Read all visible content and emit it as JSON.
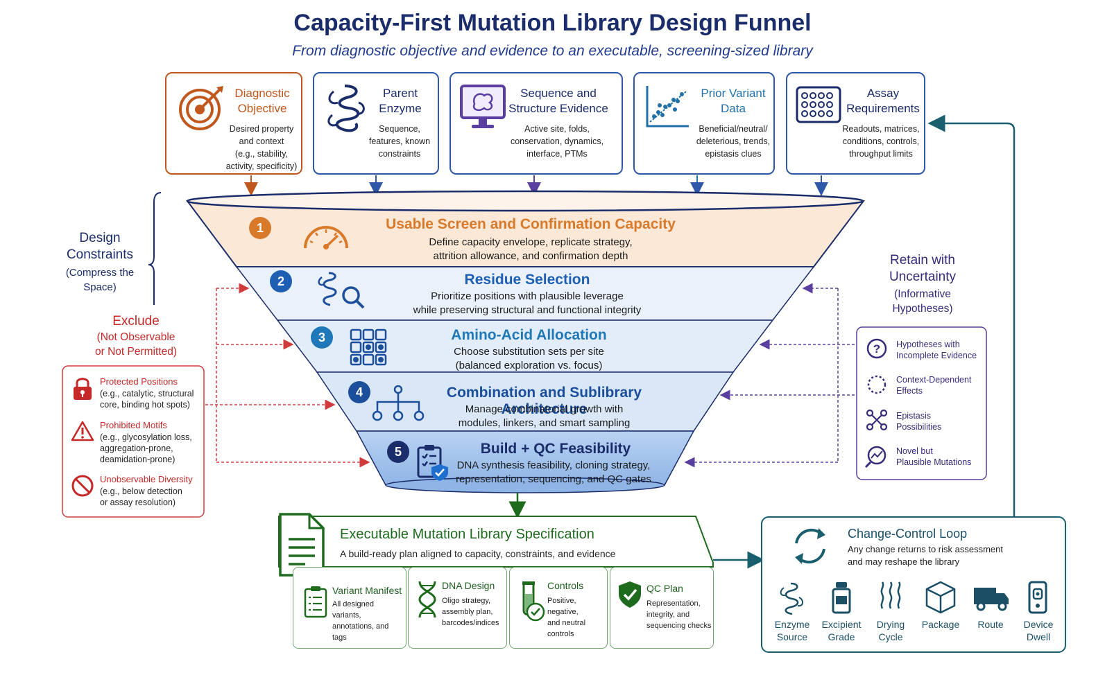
{
  "title": "Capacity-First Mutation Library Design Funnel",
  "subtitle": "From diagnostic objective and evidence to an executable, screening-sized library",
  "inputs": [
    {
      "title_l1": "Diagnostic",
      "title_l2": "Objective",
      "desc": [
        "Desired property",
        "and context",
        "(e.g., stability,",
        "activity, specificity)"
      ],
      "icon": "target-icon",
      "color": "#c0571d"
    },
    {
      "title_l1": "Parent",
      "title_l2": "Enzyme",
      "desc": [
        "Sequence,",
        "features, known",
        "constraints"
      ],
      "icon": "protein-icon",
      "color": "#1b2c6b"
    },
    {
      "title_l1": "Sequence and",
      "title_l2": "Structure Evidence",
      "desc": [
        "Active site, folds,",
        "conservation, dynamics,",
        "interface, PTMs"
      ],
      "icon": "monitor-structure-icon",
      "color": "#1b2c6b"
    },
    {
      "title_l1": "Prior Variant",
      "title_l2": "Data",
      "desc": [
        "Beneficial/neutral/",
        "deleterious, trends,",
        "epistasis clues"
      ],
      "icon": "scatter-plot-icon",
      "color": "#1f6fa8"
    },
    {
      "title_l1": "Assay",
      "title_l2": "Requirements",
      "desc": [
        "Readouts, matrices,",
        "conditions, controls,",
        "throughput limits"
      ],
      "icon": "well-plate-icon",
      "color": "#1b2c6b"
    }
  ],
  "left": {
    "design_constraints": {
      "l1": "Design",
      "l2": "Constraints",
      "l3": "(Compress the",
      "l4": "Space)"
    },
    "exclude": {
      "l1": "Exclude",
      "l2": "(Not Observable",
      "l3": "or Not Permitted)"
    },
    "items": [
      {
        "title": "Protected Positions",
        "desc": [
          "(e.g., catalytic, structural",
          "core, binding hot spots)"
        ],
        "icon": "lock-icon"
      },
      {
        "title": "Prohibited Motifs",
        "desc": [
          "(e.g., glycosylation loss,",
          "aggregation-prone,",
          "deamidation-prone)"
        ],
        "icon": "warning-icon"
      },
      {
        "title": "Unobservable Diversity",
        "desc": [
          "(e.g., below detection",
          "or assay resolution)"
        ],
        "icon": "prohibited-icon"
      }
    ]
  },
  "stages": [
    {
      "num": "1",
      "title": "Usable Screen and Confirmation Capacity",
      "desc": [
        "Define capacity envelope, replicate strategy,",
        "attrition allowance, and confirmation depth"
      ],
      "color": "#d9792a",
      "icon": "gauge-icon"
    },
    {
      "num": "2",
      "title": "Residue Selection",
      "desc": [
        "Prioritize positions with plausible leverage",
        "while preserving structural and functional integrity"
      ],
      "color": "#1e5fb4",
      "icon": "protein-search-icon"
    },
    {
      "num": "3",
      "title": "Amino-Acid Allocation",
      "desc": [
        "Choose substitution sets per site",
        "(balanced exploration vs. focus)"
      ],
      "color": "#1f78b8",
      "icon": "grid-icon"
    },
    {
      "num": "4",
      "title": "Combination and Sublibrary Architecture",
      "desc": [
        "Manage combinatorial growth with",
        "modules, linkers, and smart sampling"
      ],
      "color": "#1b4f9c",
      "icon": "tree-icon"
    },
    {
      "num": "5",
      "title": "Build + QC Feasibility",
      "desc": [
        "DNA synthesis feasibility, cloning strategy,",
        "representation, sequencing, and QC gates"
      ],
      "color": "#1b2c6b",
      "icon": "clipboard-shield-icon"
    }
  ],
  "right": {
    "heading": {
      "l1": "Retain with",
      "l2": "Uncertainty",
      "l3": "(Informative",
      "l4": "Hypotheses)"
    },
    "items": [
      {
        "l1": "Hypotheses with",
        "l2": "Incomplete Evidence",
        "icon": "question-icon"
      },
      {
        "l1": "Context-Dependent",
        "l2": "Effects",
        "icon": "dashed-circle-icon"
      },
      {
        "l1": "Epistasis",
        "l2": "Possibilities",
        "icon": "network-icon"
      },
      {
        "l1": "Novel but",
        "l2": "Plausible Mutations",
        "icon": "trend-search-icon"
      }
    ]
  },
  "output": {
    "title": "Executable Mutation Library Specification",
    "desc": "A build-ready plan aligned to capacity, constraints, and evidence",
    "parts": [
      {
        "title": "Variant Manifest",
        "desc": [
          "All designed variants,",
          "annotations, and tags"
        ],
        "icon": "checklist-icon"
      },
      {
        "title": "DNA Design",
        "desc": [
          "Oligo strategy,",
          "assembly plan,",
          "barcodes/indices"
        ],
        "icon": "dna-icon"
      },
      {
        "title": "Controls",
        "desc": [
          "Positive, negative,",
          "and neutral",
          "controls"
        ],
        "icon": "test-tube-icon"
      },
      {
        "title": "QC Plan",
        "desc": [
          "Representation,",
          "integrity, and",
          "sequencing checks"
        ],
        "icon": "shield-check-icon"
      }
    ]
  },
  "change_control": {
    "title": "Change-Control Loop",
    "desc_l1": "Any change returns to risk assessment",
    "desc_l2": "and may reshape the library",
    "items": [
      {
        "l1": "Enzyme",
        "l2": "Source",
        "icon": "protein-icon"
      },
      {
        "l1": "Excipient",
        "l2": "Grade",
        "icon": "bottle-icon"
      },
      {
        "l1": "Drying",
        "l2": "Cycle",
        "icon": "heat-icon"
      },
      {
        "l1": "Package",
        "l2": "",
        "icon": "box-icon"
      },
      {
        "l1": "Route",
        "l2": "",
        "icon": "truck-icon"
      },
      {
        "l1": "Device",
        "l2": "Dwell",
        "icon": "device-icon"
      }
    ]
  },
  "colors": {
    "navy": "#1b2c6b",
    "orange": "#c0571d",
    "red": "#c62828",
    "purple": "#3a2a7a",
    "green": "#1e6b1e",
    "teal": "#1a5f6e"
  }
}
